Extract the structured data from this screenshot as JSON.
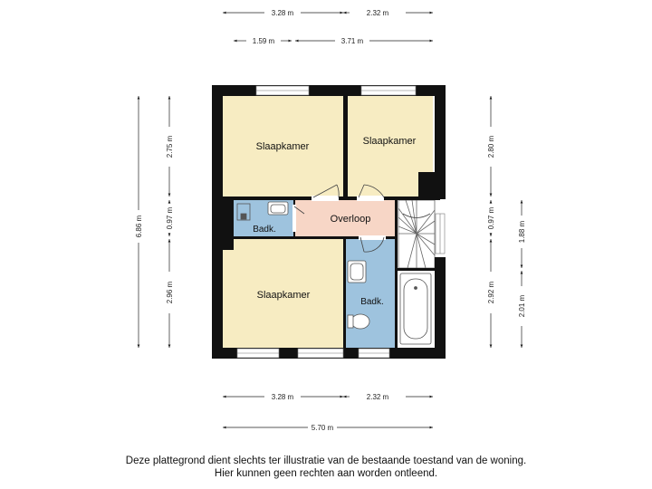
{
  "rooms": {
    "slaapkamer_top_left": "Slaapkamer",
    "slaapkamer_top_right": "Slaapkamer",
    "slaapkamer_bottom": "Slaapkamer",
    "badk_small": "Badk.",
    "badk_right": "Badk.",
    "overloop": "Overloop"
  },
  "dimensions": {
    "top_row1_left": "3.28 m",
    "top_row1_right": "2.32 m",
    "top_row2_left": "1.59 m",
    "top_row2_right": "3.71 m",
    "left_outer": "6.86 m",
    "left_inner_top": "2.75 m",
    "left_inner_mid": "0.97 m",
    "left_inner_bottom": "2.96 m",
    "right_inner_top": "2.80 m",
    "right_inner_mid": "0.97 m",
    "right_inner_bottom": "2.92 m",
    "right_outer_top": "1.88 m",
    "right_outer_bottom": "2.01 m",
    "bottom_row1_left": "3.28 m",
    "bottom_row1_right": "2.32 m",
    "bottom_row2_total": "5.70 m"
  },
  "disclaimer": {
    "line1": "Deze plattegrond dient slechts ter illustratie van de bestaande toestand van de woning.",
    "line2": "Hier kunnen geen rechten aan worden ontleend."
  },
  "colors": {
    "bedroom": "#f7ecc2",
    "bathroom": "#9ec3de",
    "landing": "#f7d6c6",
    "wall": "#111111",
    "dimension_line": "#222222"
  }
}
